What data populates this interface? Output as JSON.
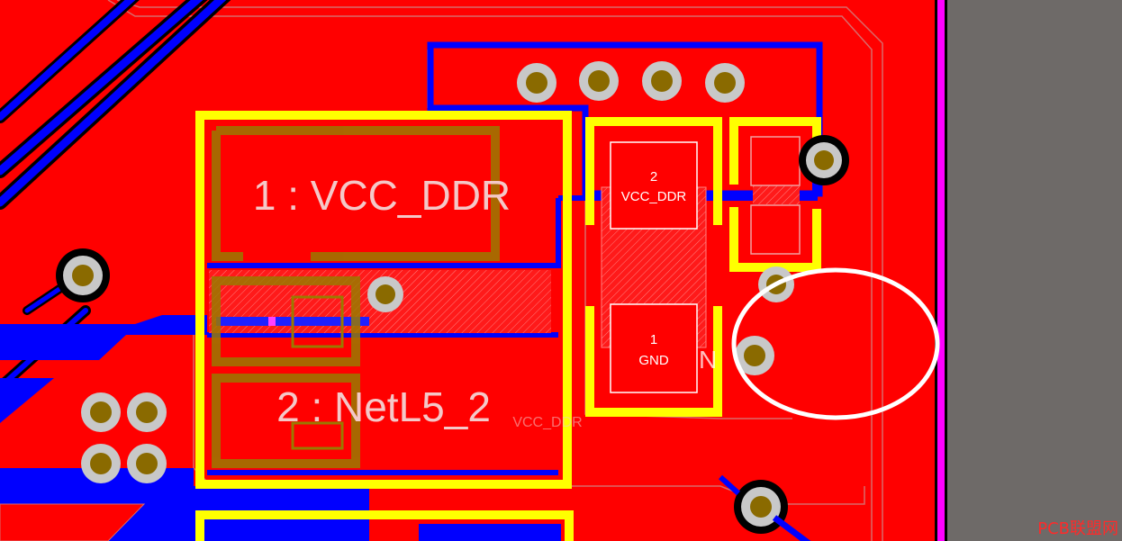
{
  "pads": {
    "pad_1_label": "1 : VCC_DDR",
    "pad_2_label": "2 : NetL5_2",
    "comp_top_number": "2",
    "comp_top_net": "VCC_DDR",
    "comp_bottom_number": "1",
    "comp_bottom_net": "GND",
    "partial_net_label": "N",
    "trace_net_label": "VCC_DDR"
  },
  "watermark": "PCB联盟网",
  "colors": {
    "copper_top": "#ff0000",
    "copper_bottom": "#0000ff",
    "silkscreen": "#ffff00",
    "board_edge": "#ff00ff",
    "outside_board": "#6e6a68",
    "via_ring": "#c8c8c8",
    "via_hole": "#8a6a00",
    "highlight_circle": "#ffffff"
  }
}
